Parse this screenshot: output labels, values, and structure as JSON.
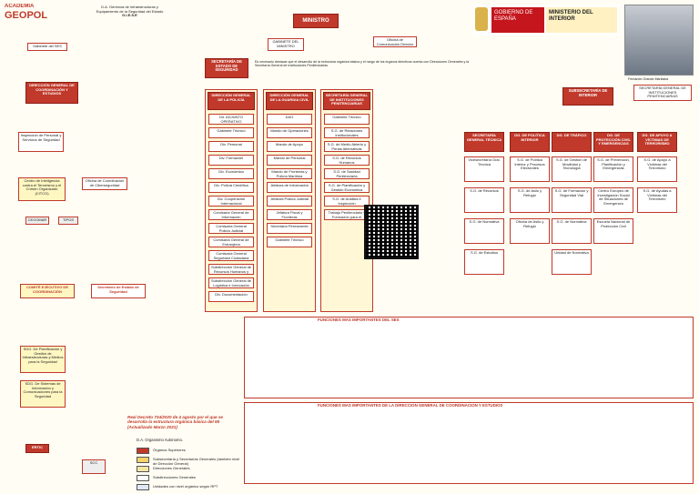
{
  "logo": {
    "line1": "ACADEMIA",
    "line2": "GEOPOL"
  },
  "top": {
    "dao": "D.A. Gerencia de Infraestructuras y Equipamiento de la Seguridad del Estado",
    "dao2": "G.I.E.S.E",
    "ministry": "MINISTRO",
    "gabinete": "GABINETE DEL MINISTRO",
    "comunicacion": "Oficina de Comunicación Director",
    "secretario_estado": "SECRETARÍA DE ESTADO DE SEGURIDAD",
    "subsecretaria": "SUBSECRETARÍA DE INTERIOR",
    "gobierno": "GOBIERNO DE ESPAÑA",
    "ministerio": "MINISTERIO DEL INTERIOR",
    "ministro_nombre": "Fernando Grande-Marlaska",
    "gabinete_sub": "Gabinete del SES",
    "secretaria_general": "SECRETARÍA GENERAL DE INSTITUCIONES PENITENCIARIAS"
  },
  "intro_text": "Es necesario destacar que el desarrollo de la estructura orgánica básica y el rango de los órganos directivos cuenta con Direcciones Generales y la Secretaría General de Instituciones Penitenciarias.",
  "left": {
    "dg_coordinacion": "DIRECCIÓN GENERAL DE COORDINACIÓN Y ESTUDIOS",
    "inspeccion": "Inspección de Personal y Servicios de Seguridad",
    "cittco": "Centro de Inteligencia contra el Terrorismo y el Crimen Organizado (CITCO)",
    "ciberseguridad": "Oficina de Coordinación de Ciberseguridad",
    "cegomar": "CEGOMAR",
    "tipos": "TIPOS",
    "comite": "COMITÉ EJECUTIVO DE COORDINACIÓN",
    "secretario_estado_box": "Secretario de Estado de Seguridad",
    "sdg_planificacion": "SDG. De Planificación y Gestión de Infraestructuras y Medios para la Seguridad",
    "sdg_sistemas": "SDG. De Sistemas de Información y Comunicaciones para la Seguridad",
    "ertic": "ERTIC",
    "scc": "SCC"
  },
  "center_columns": [
    {
      "title": "DIRECCIÓN GENERAL DE LA POLICÍA",
      "items": [
        "Dir. ADJUNTO OPERATIVO",
        "Gabinete Técnico",
        "Div. Personal",
        "Div. Formación",
        "Div. Económica",
        "Div. Policía Científica",
        "Div. Cooperación Internacional",
        "Comisaría General de Información",
        "Comisaría General Policía Judicial",
        "Comisaría General de Extranjería",
        "Comisaría General Seguridad Ciudadana",
        "Subdirección General de Recursos Humanos y Formación",
        "Subdirección General de Logística e Innovación",
        "Div. Documentación"
      ]
    },
    {
      "title": "DIRECCIÓN GENERAL DE LA GUARDIA CIVIL",
      "items": [
        "DAO",
        "Mando de Operaciones",
        "Mando de Apoyo",
        "Mando de Personal",
        "Mando de Fronteras y Policía Marítima",
        "Jefatura de Información",
        "Jefatura Policía Judicial",
        "Jefatura Fiscal y Fronteras",
        "Secretaría Permanente",
        "Gabinete Técnico"
      ]
    },
    {
      "title": "SECRETARÍA GENERAL DE INSTITUCIONES PENITENCIARIAS",
      "items": [
        "Gabinete Técnico",
        "S.G. de Relaciones Institucionales",
        "S.G. de Medio Abierto y Penas Alternativas",
        "S.G. de Recursos Humanos",
        "S.G. de Sanidad Penitenciaria",
        "S.G. de Planificación y Gestión Económica",
        "S.G. de Análisis e Inspección",
        "Trabajo Penitenciario y Formación para el Empleo"
      ]
    }
  ],
  "right_columns": [
    {
      "title": "SECRETARÍA GENERAL TÉCNICA",
      "items": [
        "Vicesecretaría Gral. Técnica",
        "S.G. de Recursos",
        "S.G. de Normativa",
        "S.G. de Estudios"
      ]
    },
    {
      "title": "DG. DE POLÍTICA INTERIOR",
      "items": [
        "S.G. de Política Interior y Procesos Electorales",
        "S.G. de Asilo y Refugio",
        "Oficina de Asilo y Refugio"
      ]
    },
    {
      "title": "DG. DE TRÁFICO",
      "items": [
        "S.G. de Gestión de Movilidad y Tecnología",
        "S.G. de Formación y Seguridad Vial",
        "S.G. de Normativa",
        "Unidad de Normativa"
      ]
    },
    {
      "title": "DG. DE PROTECCIÓN CIVIL Y EMERGENCIAS",
      "items": [
        "S.G. de Prevención, Planificación y Emergencias",
        "Centro Europeo de Investigación Social de Situaciones de Emergencia",
        "Escuela Nacional de Protección Civil"
      ]
    },
    {
      "title": "DG. DE APOYO A VÍCTIMAS DE TERRORISMO",
      "items": [
        "S.G. de Apoyo a Víctimas del Terrorismo",
        "S.G. de Ayudas a Víctimas del Terrorismo"
      ]
    }
  ],
  "functions_title": "FUNCIONES MÁS IMPORTANTES DEL SES",
  "functions_title2": "FUNCIONES MÁS IMPORTANTES DE LA DIRECCIÓN GENERAL DE COORDINACIÓN Y ESTUDIOS",
  "decree": "Real Decreto 734/2020 de 4 agosto por el que se desarrolla la estructura orgánica básica del MI (Actualizado Marzo 2021)",
  "legend": {
    "title": "D.A. Organismo Autónomo.",
    "items": [
      {
        "label": "Órganos Superiores",
        "color": "#c0392b"
      },
      {
        "label": "Subsecretaría y Secretarías Generales (también nivel de Dirección General)",
        "color": "#f3d36b"
      },
      {
        "label": "Direcciones Generales",
        "color": "#f6e6a6"
      },
      {
        "label": "Subdirecciones Generales",
        "color": "#ffffff"
      },
      {
        "label": "Unidades con nivel orgánico según RPT",
        "color": "#dfe8f4"
      }
    ]
  }
}
